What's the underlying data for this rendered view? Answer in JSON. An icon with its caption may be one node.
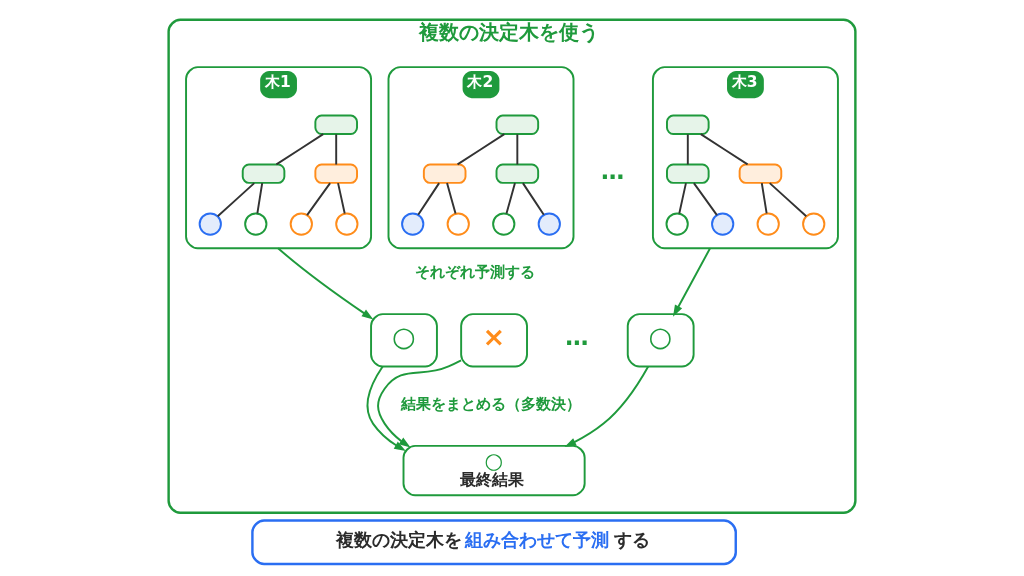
{
  "diagram": {
    "nodes": [
      {
        "text": [
          "複数の決定木を使う"
        ]
      },
      {
        "text": [
          "木1"
        ],
        "in": 0
      },
      {
        "text": [],
        "shape": "box",
        "in": 1
      },
      {
        "text": [],
        "shape": "box",
        "in": 1
      },
      {
        "text": [],
        "shape": "box",
        "in": 1
      },
      {
        "text": [],
        "shape": "circle",
        "in": 1
      },
      {
        "text": [],
        "shape": "circle",
        "in": 1
      },
      {
        "text": [],
        "shape": "circle",
        "in": 1
      },
      {
        "text": [],
        "shape": "circle",
        "in": 1
      },
      {
        "text": [
          "木2"
        ],
        "in": 0
      },
      {
        "text": [],
        "shape": "box",
        "in": 9
      },
      {
        "text": [],
        "shape": "box",
        "in": 9
      },
      {
        "text": [],
        "shape": "box",
        "in": 9
      },
      {
        "text": [],
        "shape": "circle",
        "in": 9
      },
      {
        "text": [],
        "shape": "circle",
        "in": 9
      },
      {
        "text": [],
        "shape": "circle",
        "in": 9
      },
      {
        "text": [],
        "shape": "circle",
        "in": 9
      },
      {
        "text": [
          "木3"
        ],
        "in": 0
      },
      {
        "text": [],
        "shape": "box",
        "in": 17
      },
      {
        "text": [],
        "shape": "box",
        "in": 17
      },
      {
        "text": [],
        "shape": "box",
        "in": 17
      },
      {
        "text": [],
        "shape": "circle",
        "in": 17
      },
      {
        "text": [],
        "shape": "circle",
        "in": 17
      },
      {
        "text": [],
        "shape": "circle",
        "in": 17
      },
      {
        "text": [],
        "shape": "circle",
        "in": 17
      },
      {
        "text": [
          "○"
        ],
        "in": 0
      },
      {
        "text": [
          "×"
        ],
        "in": 0
      },
      {
        "text": [
          "○"
        ],
        "in": 0
      },
      {
        "text": [
          "○",
          "最終結果"
        ],
        "in": 0
      },
      {
        "text": [
          "複数の決定木を**組み合わせて予測**する"
        ]
      }
    ],
    "edges": [
      {
        "from": 2,
        "to": 3,
        "arrow": "none"
      },
      {
        "from": 2,
        "to": 4,
        "arrow": "none"
      },
      {
        "from": 3,
        "to": 5,
        "arrow": "none"
      },
      {
        "from": 3,
        "to": 6,
        "arrow": "none"
      },
      {
        "from": 4,
        "to": 7,
        "arrow": "none"
      },
      {
        "from": 4,
        "to": 8,
        "arrow": "none"
      },
      {
        "from": 10,
        "to": 11,
        "arrow": "none"
      },
      {
        "from": 10,
        "to": 12,
        "arrow": "none"
      },
      {
        "from": 11,
        "to": 13,
        "arrow": "none"
      },
      {
        "from": 11,
        "to": 14,
        "arrow": "none"
      },
      {
        "from": 12,
        "to": 15,
        "arrow": "none"
      },
      {
        "from": 12,
        "to": 16,
        "arrow": "none"
      },
      {
        "from": 18,
        "to": 19,
        "arrow": "none"
      },
      {
        "from": 18,
        "to": 20,
        "arrow": "none"
      },
      {
        "from": 19,
        "to": 21,
        "arrow": "none"
      },
      {
        "from": 19,
        "to": 22,
        "arrow": "none"
      },
      {
        "from": 20,
        "to": 23,
        "arrow": "none"
      },
      {
        "from": 20,
        "to": 24,
        "arrow": "none"
      },
      {
        "from": 1,
        "to": 25,
        "arrow": "to",
        "color": "#1f9a3c"
      },
      {
        "from": 17,
        "to": 27,
        "arrow": "to",
        "color": "#1f9a3c"
      },
      {
        "from": 25,
        "to": 28,
        "arrow": "to",
        "color": "#1f9a3c"
      },
      {
        "from": 26,
        "to": 28,
        "arrow": "to",
        "color": "#1f9a3c"
      },
      {
        "from": 27,
        "to": 28,
        "arrow": "to",
        "color": "#1f9a3c"
      }
    ],
    "labels": [
      "…",
      "それぞれ予測する",
      "…",
      "結果をまとめる（多数決）"
    ]
  }
}
